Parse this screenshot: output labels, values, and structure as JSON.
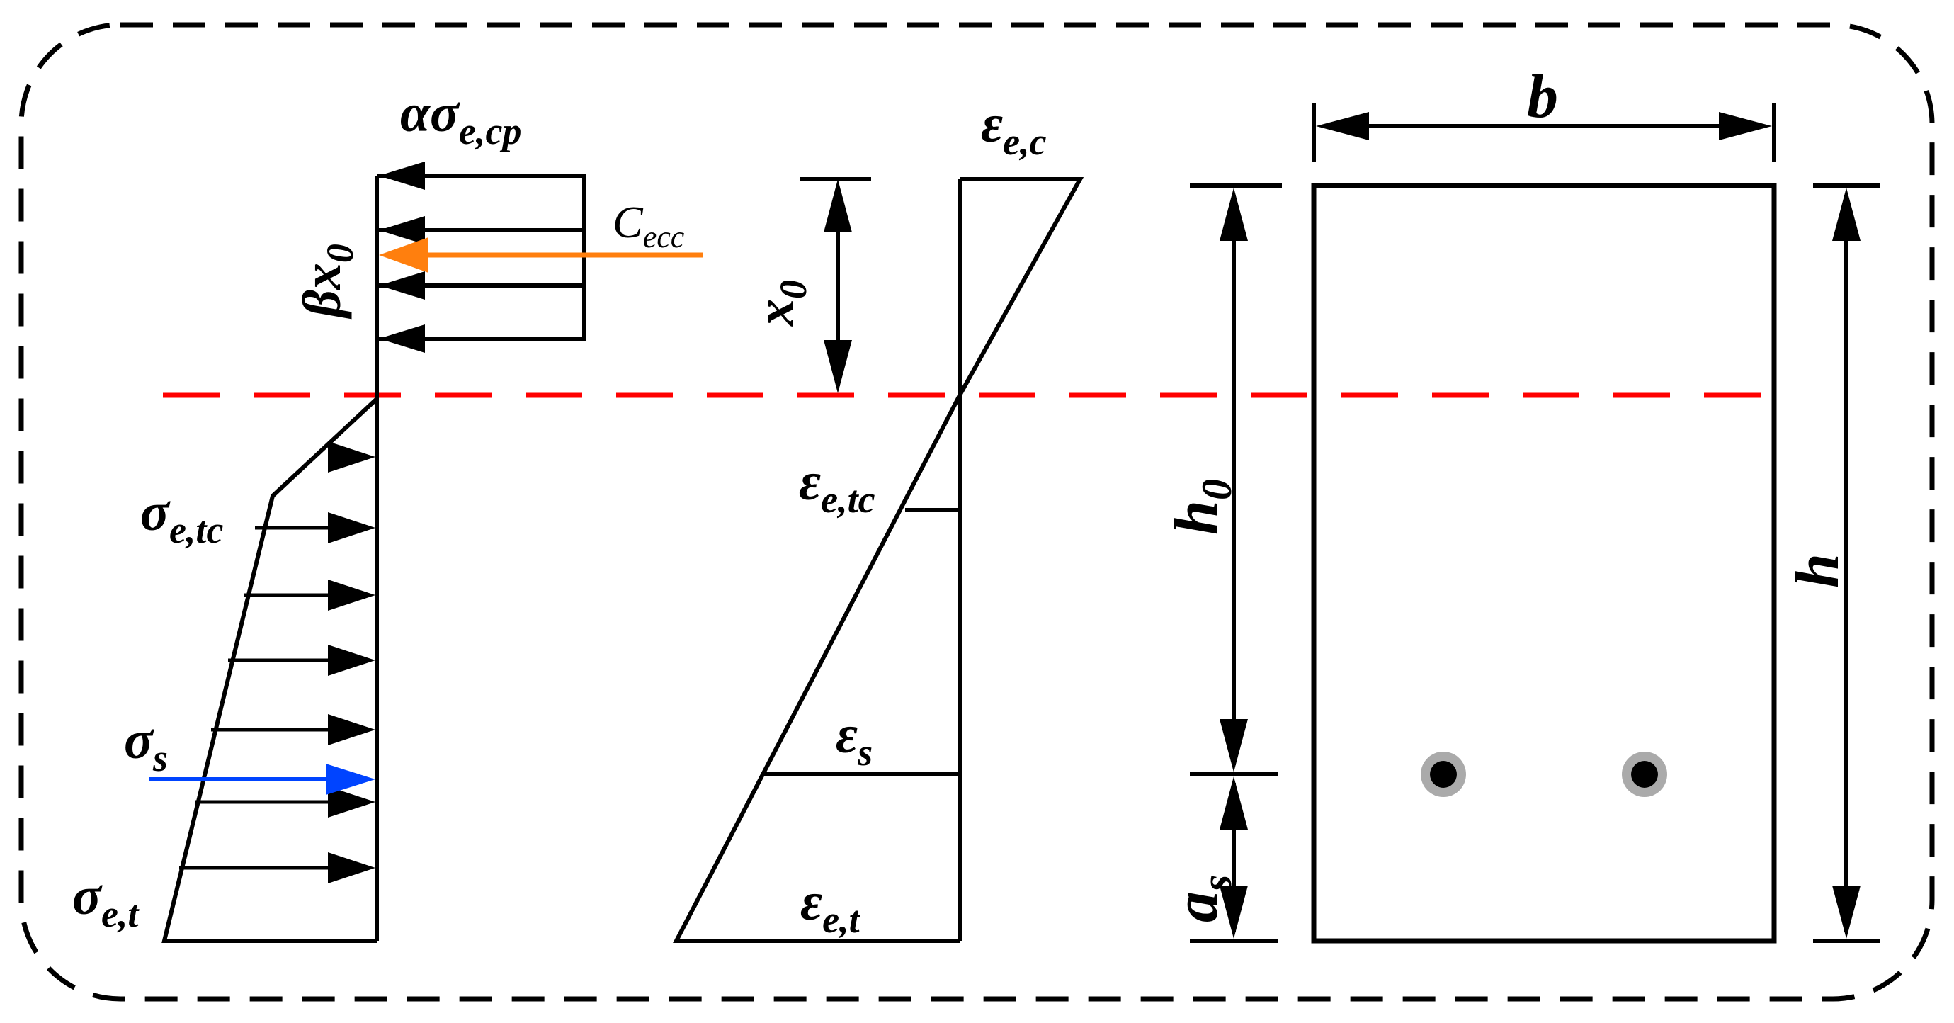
{
  "colors": {
    "stroke": "#000000",
    "neutral_axis": "#ff0000",
    "compression_resultant": "#ff7f0e",
    "steel_force": "#0044ff",
    "rebar_fill": "#000000",
    "rebar_ring": "#aaaaaa",
    "frame_dash": "#000000"
  },
  "stress_diagram": {
    "label_comp_stress_base": "ασ",
    "label_comp_stress_sub": "e,cp",
    "label_block_depth_base": "βx",
    "label_block_depth_sub": "0",
    "label_resultant_base": "C",
    "label_resultant_sub": "ecc",
    "label_tc_base": "σ",
    "label_tc_sub": "e,tc",
    "label_steel_base": "σ",
    "label_steel_sub": "s",
    "label_t_base": "σ",
    "label_t_sub": "e,t"
  },
  "strain_diagram": {
    "label_top_base": "ε",
    "label_top_sub": "e,c",
    "label_x0_base": "x",
    "label_x0_sub": "0",
    "label_tc_base": "ε",
    "label_tc_sub": "e,tc",
    "label_s_base": "ε",
    "label_s_sub": "s",
    "label_t_base": "ε",
    "label_t_sub": "e,t"
  },
  "section": {
    "label_width": "b",
    "label_height": "h",
    "label_eff_depth_base": "h",
    "label_eff_depth_sub": "0",
    "label_cover_base": "a",
    "label_cover_sub": "s",
    "rebar_count": 2
  }
}
